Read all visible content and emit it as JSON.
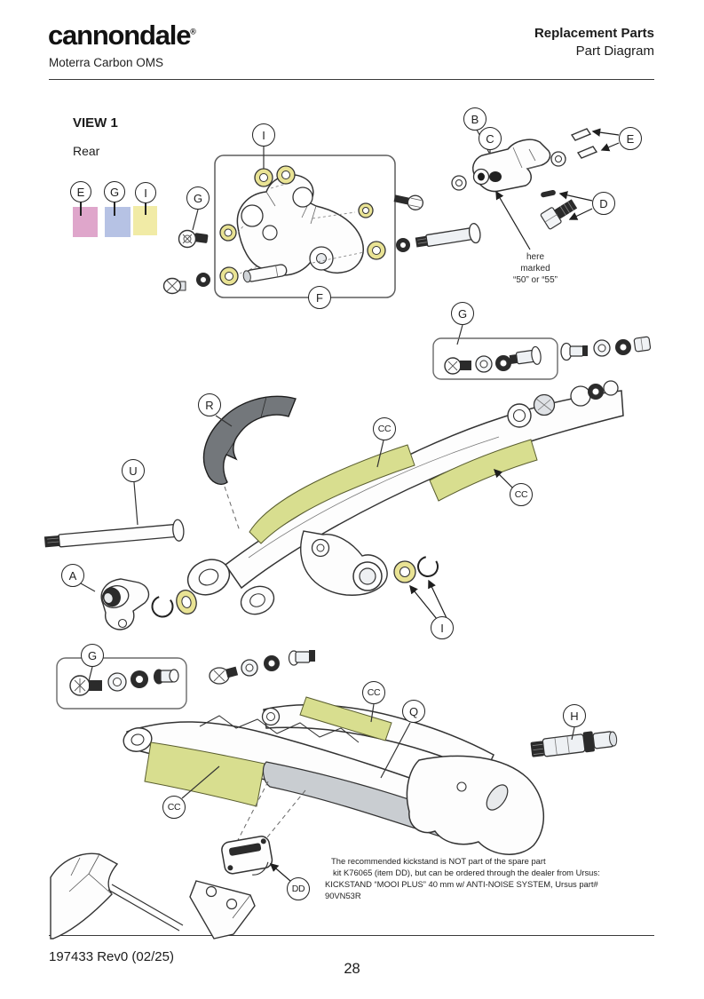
{
  "header": {
    "brand": "cannondale",
    "brand_mark": "®",
    "model": "Moterra Carbon OMS",
    "doc_title": "Replacement Parts",
    "doc_subtitle": "Part Diagram"
  },
  "view": {
    "title": "VIEW 1",
    "subtitle": "Rear"
  },
  "legend": {
    "items": [
      {
        "letter": "E",
        "color": "#dfa6cb"
      },
      {
        "letter": "G",
        "color": "#b6c2e4"
      },
      {
        "letter": "I",
        "color": "#f1eba6"
      }
    ]
  },
  "callouts": {
    "i_top": "I",
    "g_top": "G",
    "f": "F",
    "b": "B",
    "c": "C",
    "e": "E",
    "d": "D",
    "g_mid": "G",
    "r": "R",
    "cc1": "CC",
    "cc2": "CC",
    "u": "U",
    "a": "A",
    "i_mid": "I",
    "g_bottom": "G",
    "cc3": "CC",
    "q": "Q",
    "h": "H",
    "cc4": "CC",
    "dd": "DD"
  },
  "annotations": {
    "marking_note": [
      "here",
      "marked",
      "“50” or “55”"
    ],
    "kickstand_note": [
      "The recommended kickstand is NOT part of the spare part",
      "kit K76065 (item DD), but can be ordered through the dealer from Ursus:",
      "KICKSTAND “MOOI PLUS” 40 mm w/ ANTI-NOISE SYSTEM, Ursus part# 90VN53R"
    ]
  },
  "footer": {
    "doc_number": "197433 Rev0 (02/25)",
    "page_number": "28"
  },
  "colors": {
    "highlight_protector": "#d8de8f",
    "highlight_bearing": "#e9e394",
    "part_gray": "#c9cdd1",
    "guard_dark": "#73777b"
  }
}
